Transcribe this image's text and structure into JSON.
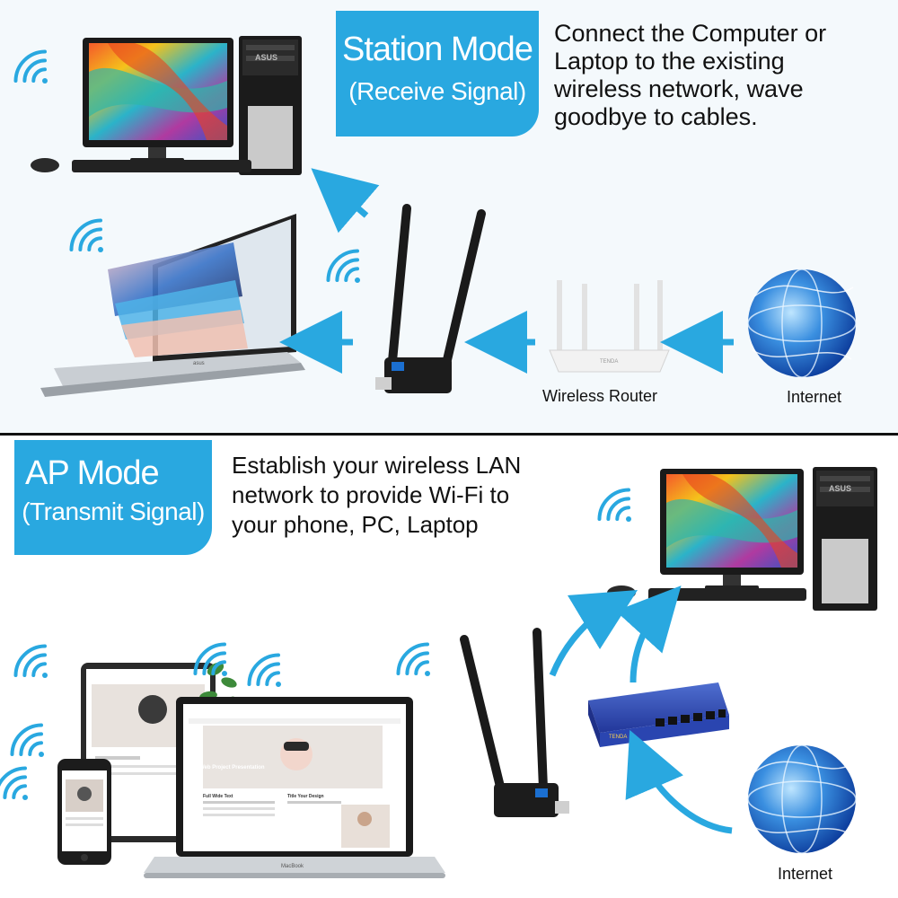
{
  "station": {
    "mode_title": "Station Mode",
    "mode_subtitle": "(Receive Signal)",
    "description": "Connect the Computer or\nLaptop to the existing\nwireless network, wave\ngoodbye to cables.",
    "router_label": "Wireless Router",
    "internet_label": "Internet"
  },
  "ap": {
    "mode_title": "AP Mode",
    "mode_subtitle": "(Transmit Signal)",
    "description": "Establish your wireless LAN\nnetwork to provide Wi-Fi to\nyour phone, PC, Laptop",
    "internet_label": "Internet"
  },
  "brand": {
    "pc_logo": "ASUS",
    "laptop_brand": "MacBook",
    "router_brand": "TENDA",
    "switch_brand": "TENDA",
    "web_title": "Web Project Presentation",
    "web_section_1": "Full Wide Text",
    "web_section_2": "Title Your Design"
  },
  "colors": {
    "accent": "#29a8e0",
    "arrow": "#29a8e0",
    "wifi": "#29a8e0",
    "text": "#111111"
  }
}
